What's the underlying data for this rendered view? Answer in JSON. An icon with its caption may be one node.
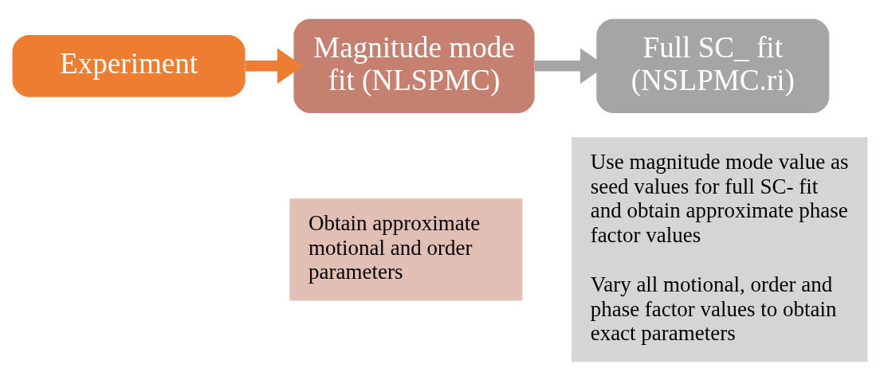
{
  "diagram": {
    "nodes": [
      {
        "text": [
          "Experiment"
        ]
      },
      {
        "text": [
          "Magnitude mode fit (NLSPMC)"
        ]
      },
      {
        "text": [
          "Full SC_ fit (NSLPMC.ri)"
        ]
      },
      {
        "text": [
          "Obtain approximate motional and order parameters"
        ]
      },
      {
        "text": [
          "Use magnitude mode value as seed values for full SC- fit and obtain approximate phase factor values",
          "Vary all motional, order and phase factor values to obtain exact parameters"
        ]
      }
    ],
    "edges": [
      {
        "from": 0,
        "to": 1,
        "arrow": "to",
        "color": "#ed7d31"
      },
      {
        "from": 1,
        "to": 2,
        "arrow": "to",
        "color": "#a5a5a5"
      }
    ]
  }
}
